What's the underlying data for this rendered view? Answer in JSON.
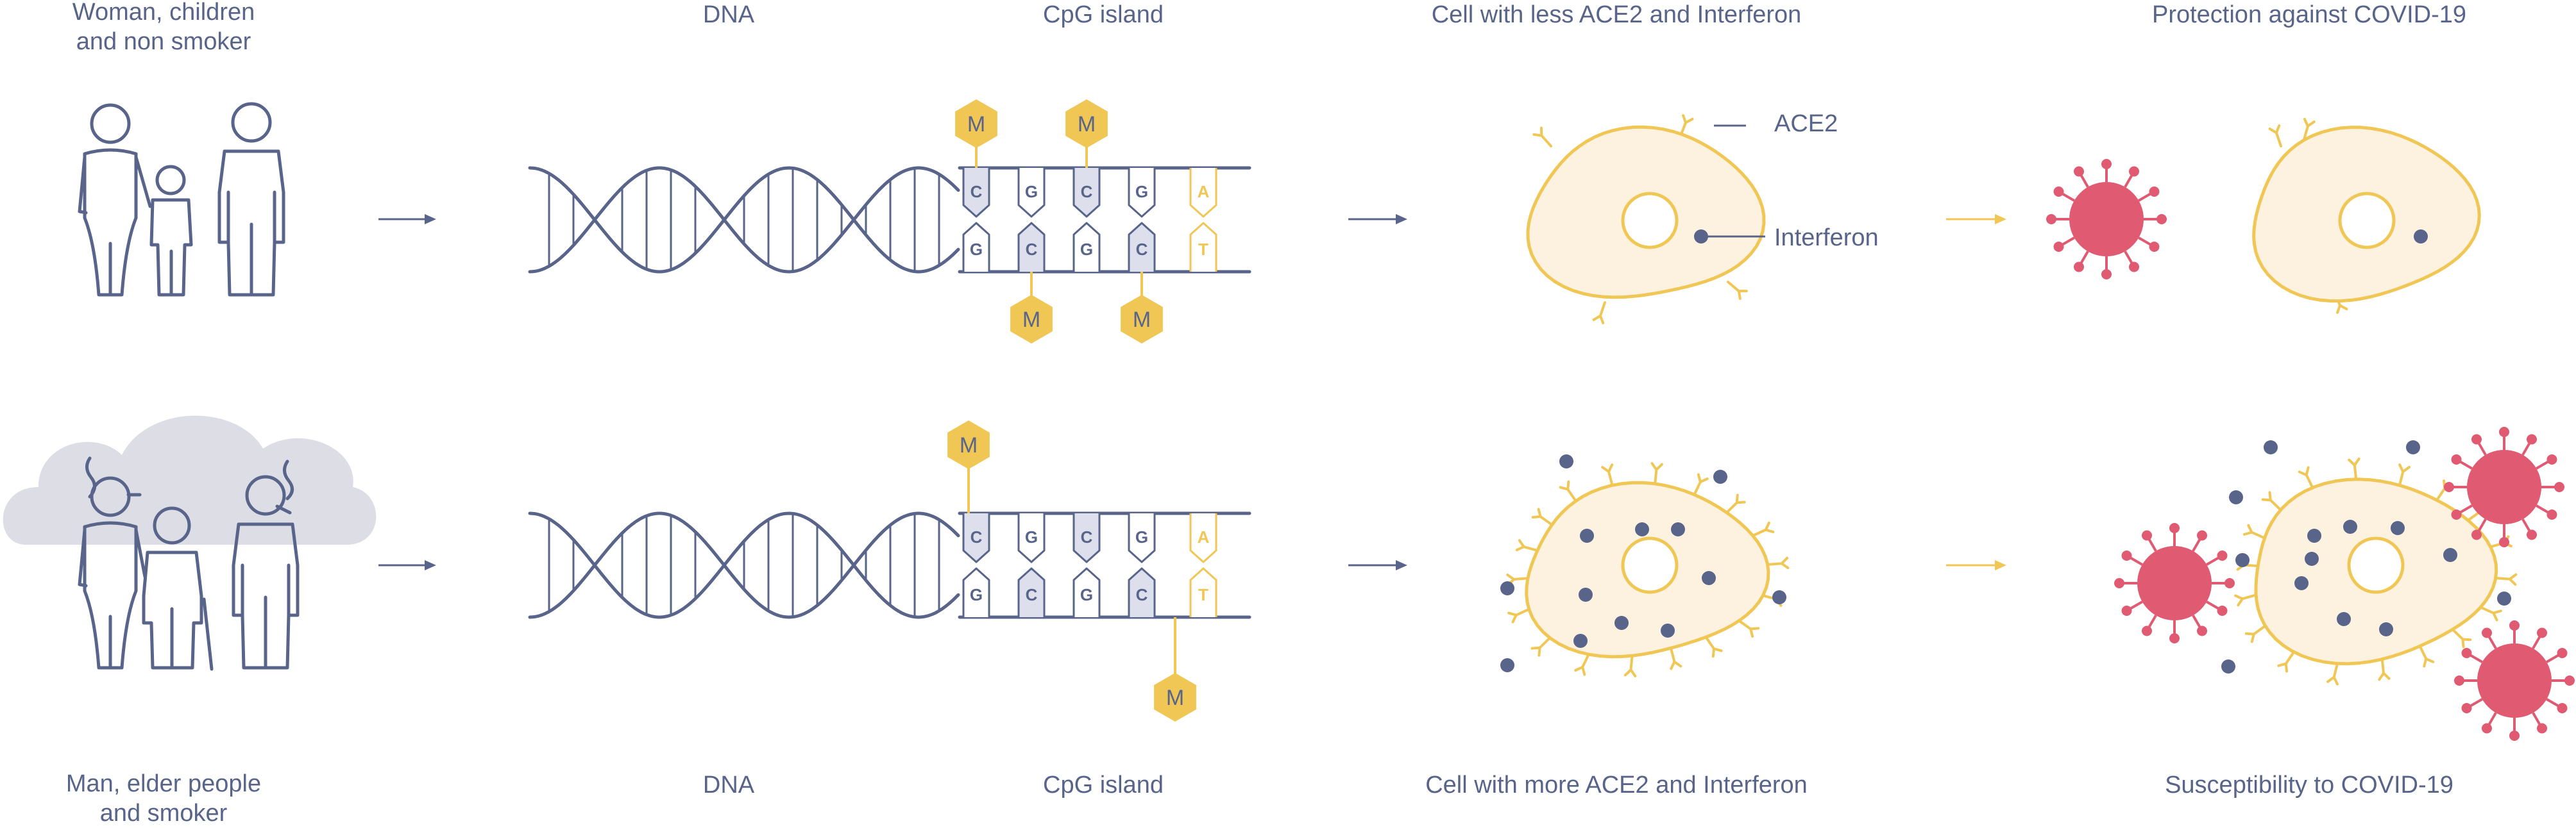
{
  "top_row": {
    "group_label": "Woman, children\nand non smoker",
    "dna_label": "DNA",
    "cpg_label": "CpG island",
    "cell_label": "Cell with less ACE2 and Interferon",
    "outcome_label": "Protection against COVID-19",
    "ace2_label": "ACE2",
    "interferon_label": "Interferon"
  },
  "bottom_row": {
    "group_label": "Man, elder people\nand smoker",
    "dna_label": "DNA",
    "cpg_label": "CpG island",
    "cell_label": "Cell with more ACE2 and Interferon",
    "outcome_label": "Susceptibility to COVID-19"
  },
  "methyl_symbol": "M",
  "cpg_strand": {
    "top": [
      "C",
      "G",
      "C",
      "G",
      "A"
    ],
    "bottom": [
      "G",
      "C",
      "G",
      "C",
      "T"
    ]
  },
  "colors": {
    "ink": "#58648a",
    "gold": "#f0c654",
    "cell_fill": "#fdf1e0",
    "virus": "#e05a72",
    "smoke": "#dcdde5",
    "pale_box": "#dde0ec"
  }
}
